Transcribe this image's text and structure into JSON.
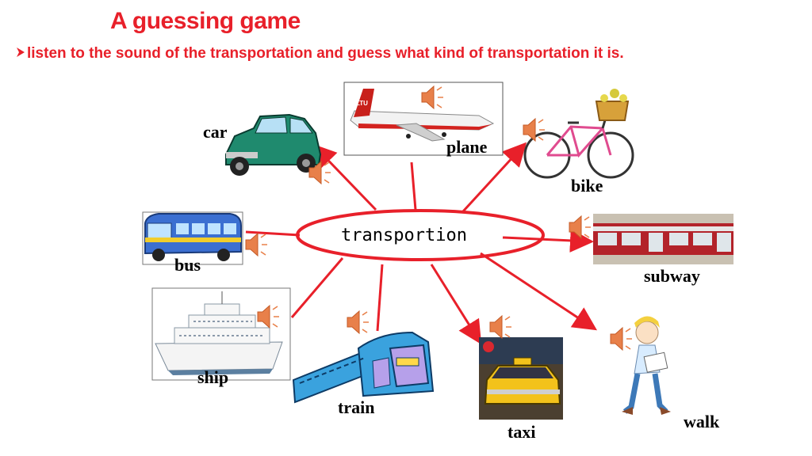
{
  "title": "A guessing game",
  "subtitle": "listen to the sound of the transportation and guess what kind of transportation it is.",
  "center_word": "transportion",
  "vehicles": {
    "car": "car",
    "plane": "plane",
    "bike": "bike",
    "bus": "bus",
    "subway": "subway",
    "ship": "ship",
    "train": "train",
    "taxi": "taxi",
    "walk": "walk"
  },
  "colors": {
    "accent": "#e8202a",
    "speaker": "#e8804a"
  },
  "icons": [
    "speaker-icon",
    "bullet-arrow-icon"
  ]
}
